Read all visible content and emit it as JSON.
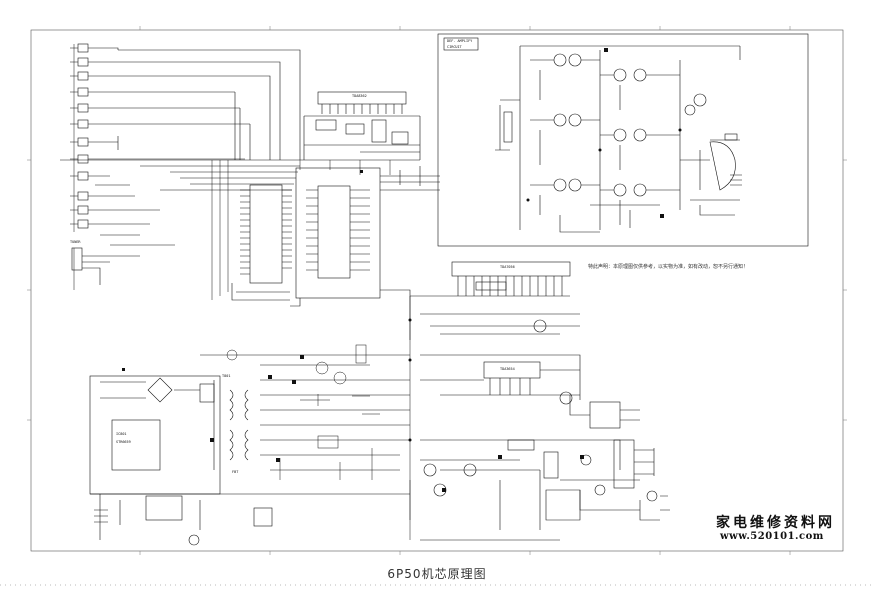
{
  "diagram": {
    "caption": "6P50机芯原理图",
    "watermark": {
      "line1": "家电维修资料网",
      "line2": "www.520101.com"
    },
    "note": "特此声明：本原理图仅供参考，以实物为准，如有改动，恕不另行通知！",
    "blocks": {
      "amplifier_box_label_1": "DEF. AMPLIFY",
      "amplifier_box_label_2": "CIRCUIT",
      "ic_main_top": "TDA8362",
      "ic_vertical": "TDA3654",
      "ic_audio": "TDA7056",
      "ic_power": "STR6659",
      "ic_power_ref": "IC801",
      "transformer": "T801",
      "flyback": "FBT",
      "tuner": "TUNER"
    }
  }
}
